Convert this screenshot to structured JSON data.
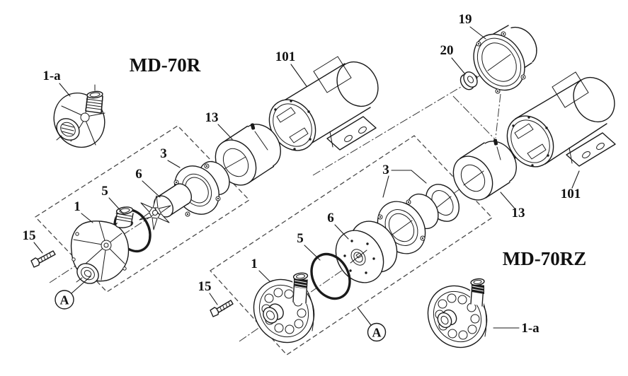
{
  "page": {
    "background": "#ffffff",
    "line_color": "#1a1a1a",
    "dash_color": "#4a4a4a"
  },
  "diagram": {
    "models": [
      {
        "name": "MD-70R"
      },
      {
        "name": "MD-70RZ"
      }
    ],
    "callouts": [
      {
        "part": "spare-casing-left",
        "text": "1-a"
      },
      {
        "part": "magnet-capsule-left",
        "text": "13"
      },
      {
        "part": "motor-left",
        "text": "101"
      },
      {
        "part": "casing-bracket-left",
        "text": "3"
      },
      {
        "part": "impeller-left",
        "text": "6"
      },
      {
        "part": "o-ring-left",
        "text": "5"
      },
      {
        "part": "pump-casing-left",
        "text": "1"
      },
      {
        "part": "bolt-left",
        "text": "15"
      },
      {
        "part": "rear-cover",
        "text": "19"
      },
      {
        "part": "bearing-washer",
        "text": "20"
      },
      {
        "part": "motor-right",
        "text": "101"
      },
      {
        "part": "magnet-capsule-right",
        "text": "13"
      },
      {
        "part": "casing-bracket-right",
        "text": "3"
      },
      {
        "part": "impeller-right",
        "text": "6"
      },
      {
        "part": "o-ring-right",
        "text": "5"
      },
      {
        "part": "pump-casing-right",
        "text": "1"
      },
      {
        "part": "bolt-right",
        "text": "15"
      },
      {
        "part": "spare-casing-right",
        "text": "1-a"
      },
      {
        "part": "assembly-left",
        "text": "A"
      },
      {
        "part": "assembly-right",
        "text": "A"
      }
    ]
  }
}
